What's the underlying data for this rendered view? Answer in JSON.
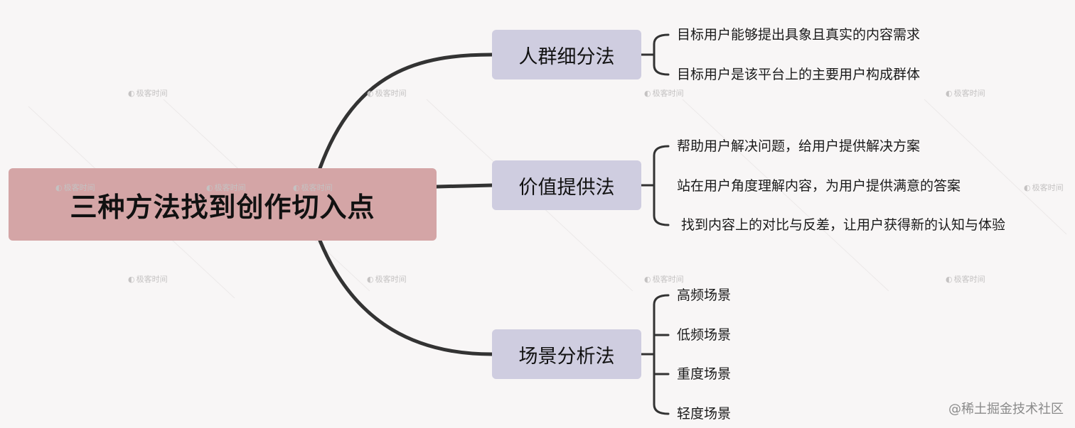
{
  "root": {
    "label": "三种方法找到创作切入点"
  },
  "branches": [
    {
      "label": "人群细分法",
      "items": [
        "目标用户能够提出具象且真实的内容需求",
        "目标用户是该平台上的主要用户构成群体"
      ]
    },
    {
      "label": "价值提供法",
      "items": [
        "帮助用户解决问题，给用户提供解决方案",
        "站在用户角度理解内容，为用户提供满意的答案",
        "找到内容上的对比与反差，让用户获得新的认知与体验"
      ]
    },
    {
      "label": "场景分析法",
      "items": [
        "高频场景",
        "低频场景",
        "重度场景",
        "轻度场景"
      ]
    }
  ],
  "watermark": {
    "text": "极客时间",
    "icon": "geektime-logo-icon"
  },
  "site_watermark": {
    "text": "@稀土掘金技术社区"
  },
  "colors": {
    "root_bg": "#d4a5a6",
    "branch_bg": "#cfcde0",
    "line": "#333333",
    "background": "#f8f6f6"
  }
}
